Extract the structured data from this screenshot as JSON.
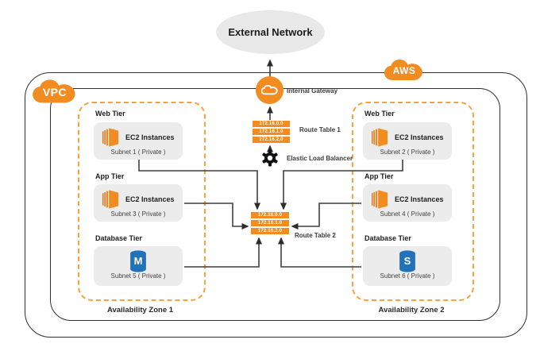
{
  "title": "AWS VPC multi-tier architecture diagram",
  "colors": {
    "orange": "#f28b20",
    "dashed_orange": "#f9a23c",
    "node_gray": "#ececec",
    "ellipse_gray": "#e8e8e8",
    "db_blue": "#2272b9",
    "line": "#3f3f3f"
  },
  "external_network": {
    "label": "External Network"
  },
  "aws_cloud": {
    "label": "AWS",
    "icon": "cloud-icon"
  },
  "vpc_cloud": {
    "label": "VPC",
    "icon": "cloud-icon"
  },
  "internal_gateway": {
    "label": "Internal Gateway",
    "icon": "cloud-icon"
  },
  "elastic_load_balancer": {
    "label": "Elastic Load Balancer",
    "icon": "gear-icon"
  },
  "route_table_1": {
    "label": "Route Table 1",
    "entries": [
      "172.16.0.0",
      "172.16.1.0",
      "172.16.2.0"
    ]
  },
  "route_table_2": {
    "label": "Route Table 2",
    "entries": [
      "172.16.0.0",
      "172.16.1.0",
      "172.16.2.0"
    ]
  },
  "zones": [
    {
      "label": "Availability Zone 1",
      "tiers": [
        {
          "name": "Web Tier",
          "node": "EC2 Instances",
          "subnet": "Subnet 1 ( Private )",
          "icon": "ec2-icon"
        },
        {
          "name": "App Tier",
          "node": "EC2 Instances",
          "subnet": "Subnet 3 ( Private )",
          "icon": "ec2-icon"
        },
        {
          "name": "Database Tier",
          "node": "M",
          "subnet": "Subnet 5 ( Private )",
          "icon": "database-icon"
        }
      ]
    },
    {
      "label": "Availability Zone 2",
      "tiers": [
        {
          "name": "Web Tier",
          "node": "EC2 Instances",
          "subnet": "Subnet 2 ( Private )",
          "icon": "ec2-icon"
        },
        {
          "name": "App Tier",
          "node": "EC2 Instances",
          "subnet": "Subnet 4 ( Private )",
          "icon": "ec2-icon"
        },
        {
          "name": "Database Tier",
          "node": "S",
          "subnet": "Subnet 6 ( Private )",
          "icon": "database-icon"
        }
      ]
    }
  ]
}
